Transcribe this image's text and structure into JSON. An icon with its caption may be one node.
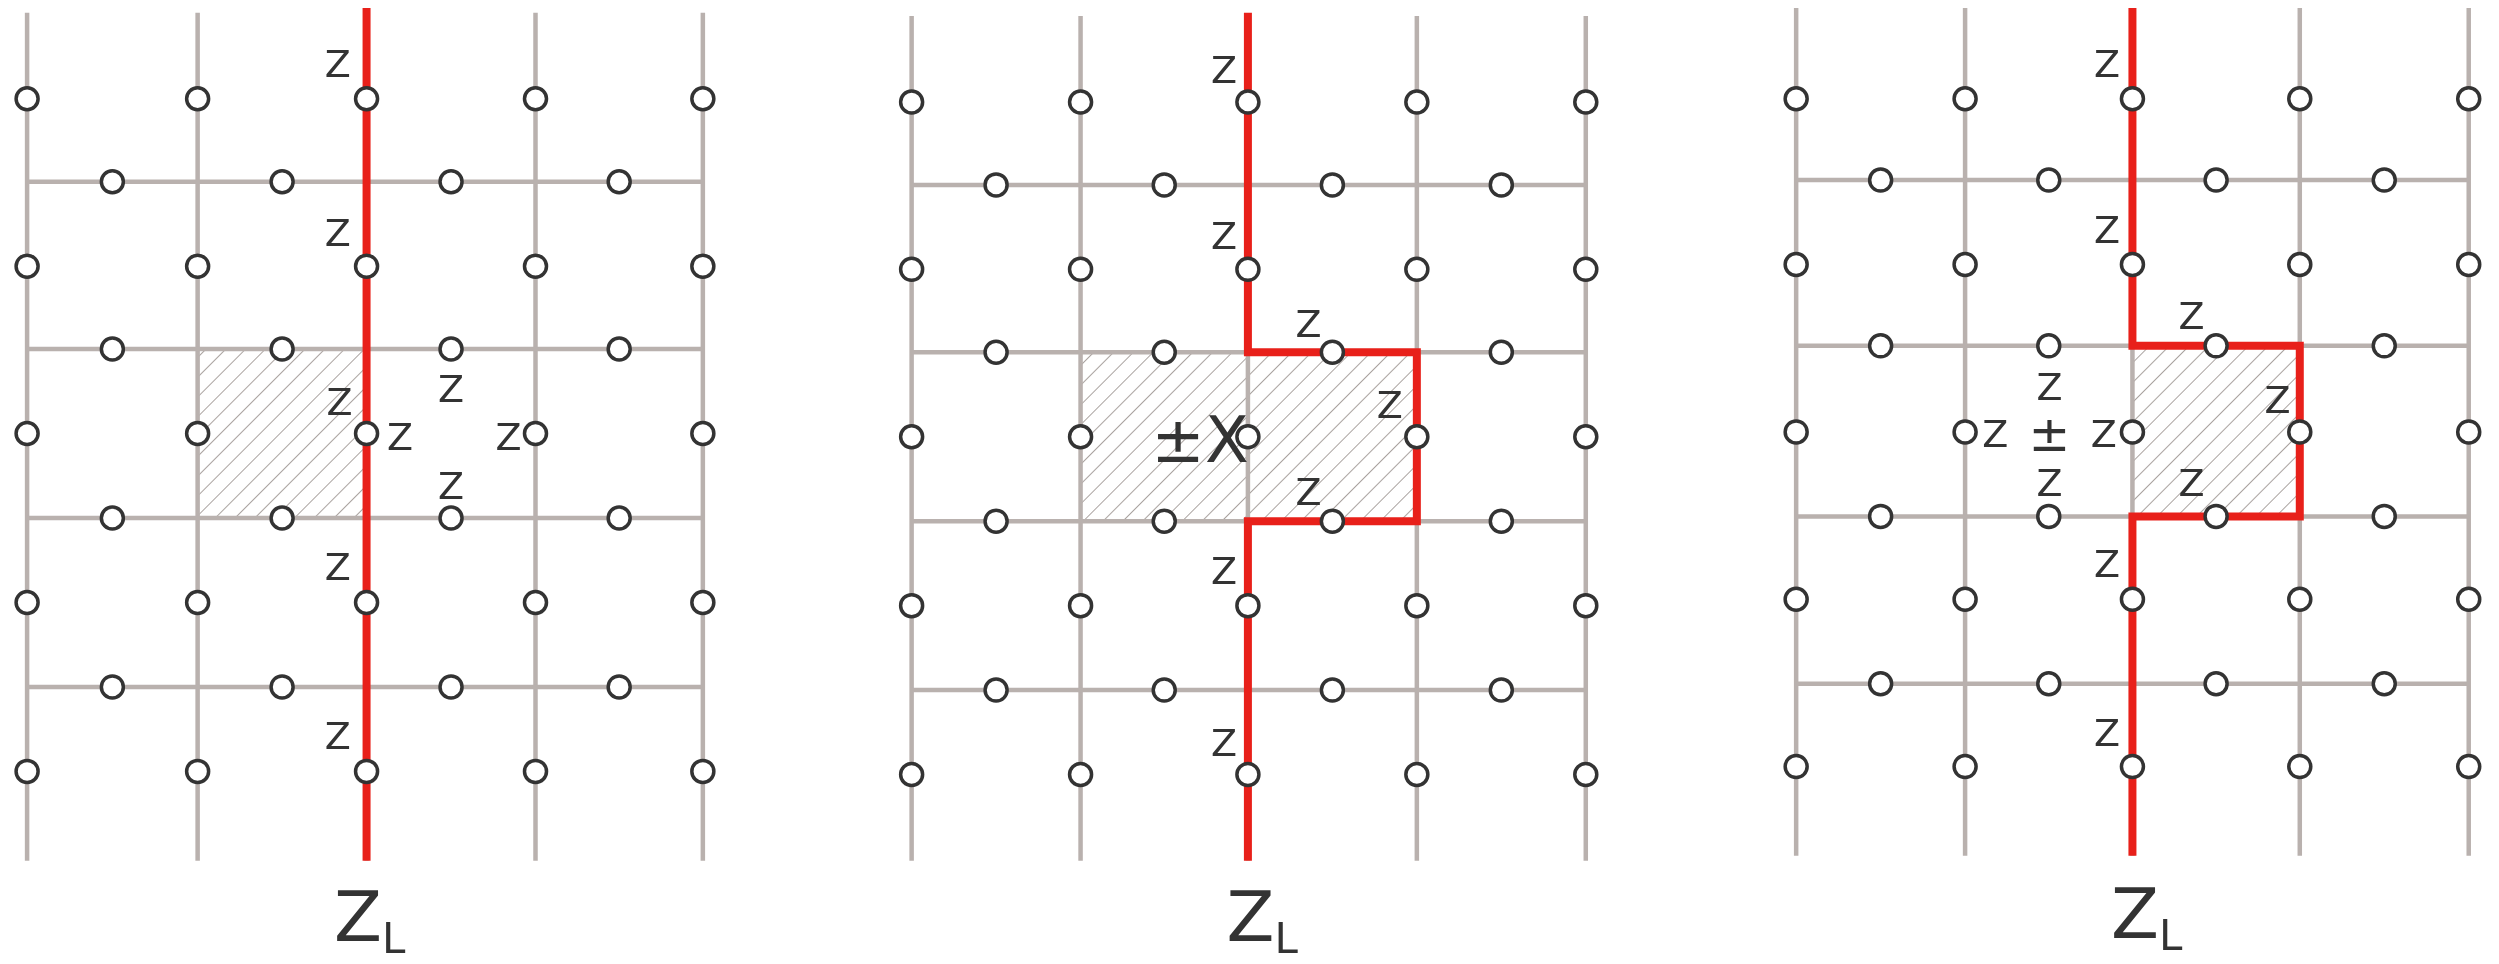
{
  "diagram": {
    "labels": [
      "Z",
      "Z",
      "Z",
      "Z",
      "Z",
      "Z",
      "Z",
      "Z",
      "Z",
      "Z$_{L}$",
      "Z",
      "Z",
      "Z",
      "Z",
      "±X",
      "Z",
      "Z",
      "Z",
      "Z$_{L}$",
      "Z",
      "Z",
      "Z",
      "Z",
      "Z",
      "Z",
      "±",
      "Z",
      "Z",
      "Z",
      "Z",
      "Z",
      "Z$_{L}$"
    ]
  }
}
